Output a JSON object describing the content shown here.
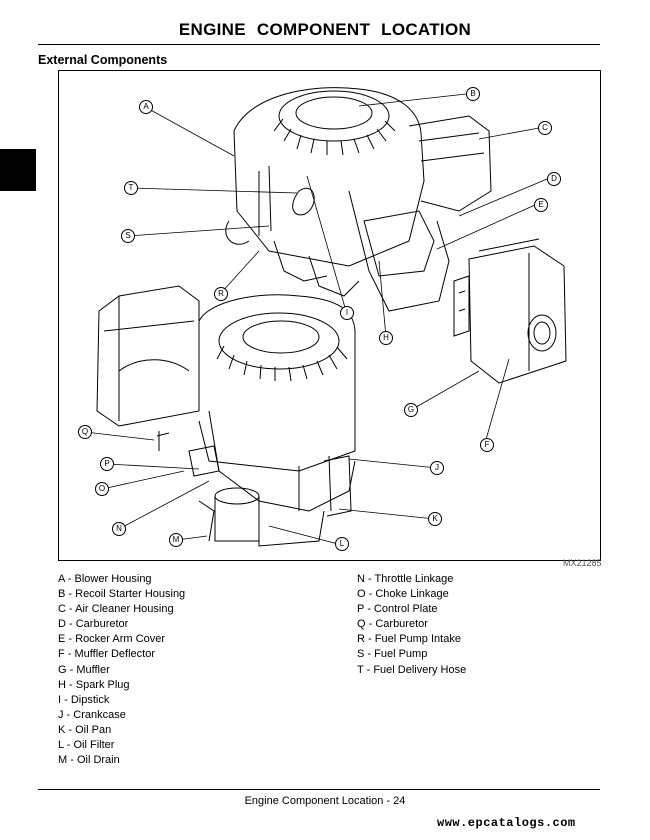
{
  "page": {
    "title": "ENGINE   COMPONENT LOCATION",
    "section": "External Components",
    "figure_id": "MX21285",
    "footer": "Engine   Component Location - 24",
    "watermark": "www.epcatalogs.com"
  },
  "callouts": [
    "A",
    "B",
    "C",
    "D",
    "E",
    "F",
    "G",
    "H",
    "I",
    "J",
    "K",
    "L",
    "M",
    "N",
    "O",
    "P",
    "Q",
    "R",
    "S",
    "T"
  ],
  "legend_left": [
    {
      "key": "A",
      "label": "Blower Housing"
    },
    {
      "key": "B",
      "label": "Recoil Starter Housing"
    },
    {
      "key": "C",
      "label": "Air Cleaner Housing"
    },
    {
      "key": "D",
      "label": "Carburetor"
    },
    {
      "key": "E",
      "label": "Rocker Arm Cover"
    },
    {
      "key": "F",
      "label": "Muffler Deflector"
    },
    {
      "key": "G",
      "label": "Muffler"
    },
    {
      "key": "H",
      "label": "Spark Plug"
    },
    {
      "key": "I",
      "label": "Dipstick"
    },
    {
      "key": "J",
      "label": "Crankcase"
    },
    {
      "key": "K",
      "label": "Oil Pan"
    },
    {
      "key": "L",
      "label": "Oil Filter"
    },
    {
      "key": "M",
      "label": "Oil Drain"
    }
  ],
  "legend_right": [
    {
      "key": "N",
      "label": "Throttle Linkage"
    },
    {
      "key": "O",
      "label": "Choke Linkage"
    },
    {
      "key": "P",
      "label": "Control Plate"
    },
    {
      "key": "Q",
      "label": "Carburetor"
    },
    {
      "key": "R",
      "label": "Fuel Pump Intake"
    },
    {
      "key": "S",
      "label": "Fuel Pump"
    },
    {
      "key": "T",
      "label": "Fuel Delivery Hose"
    }
  ]
}
